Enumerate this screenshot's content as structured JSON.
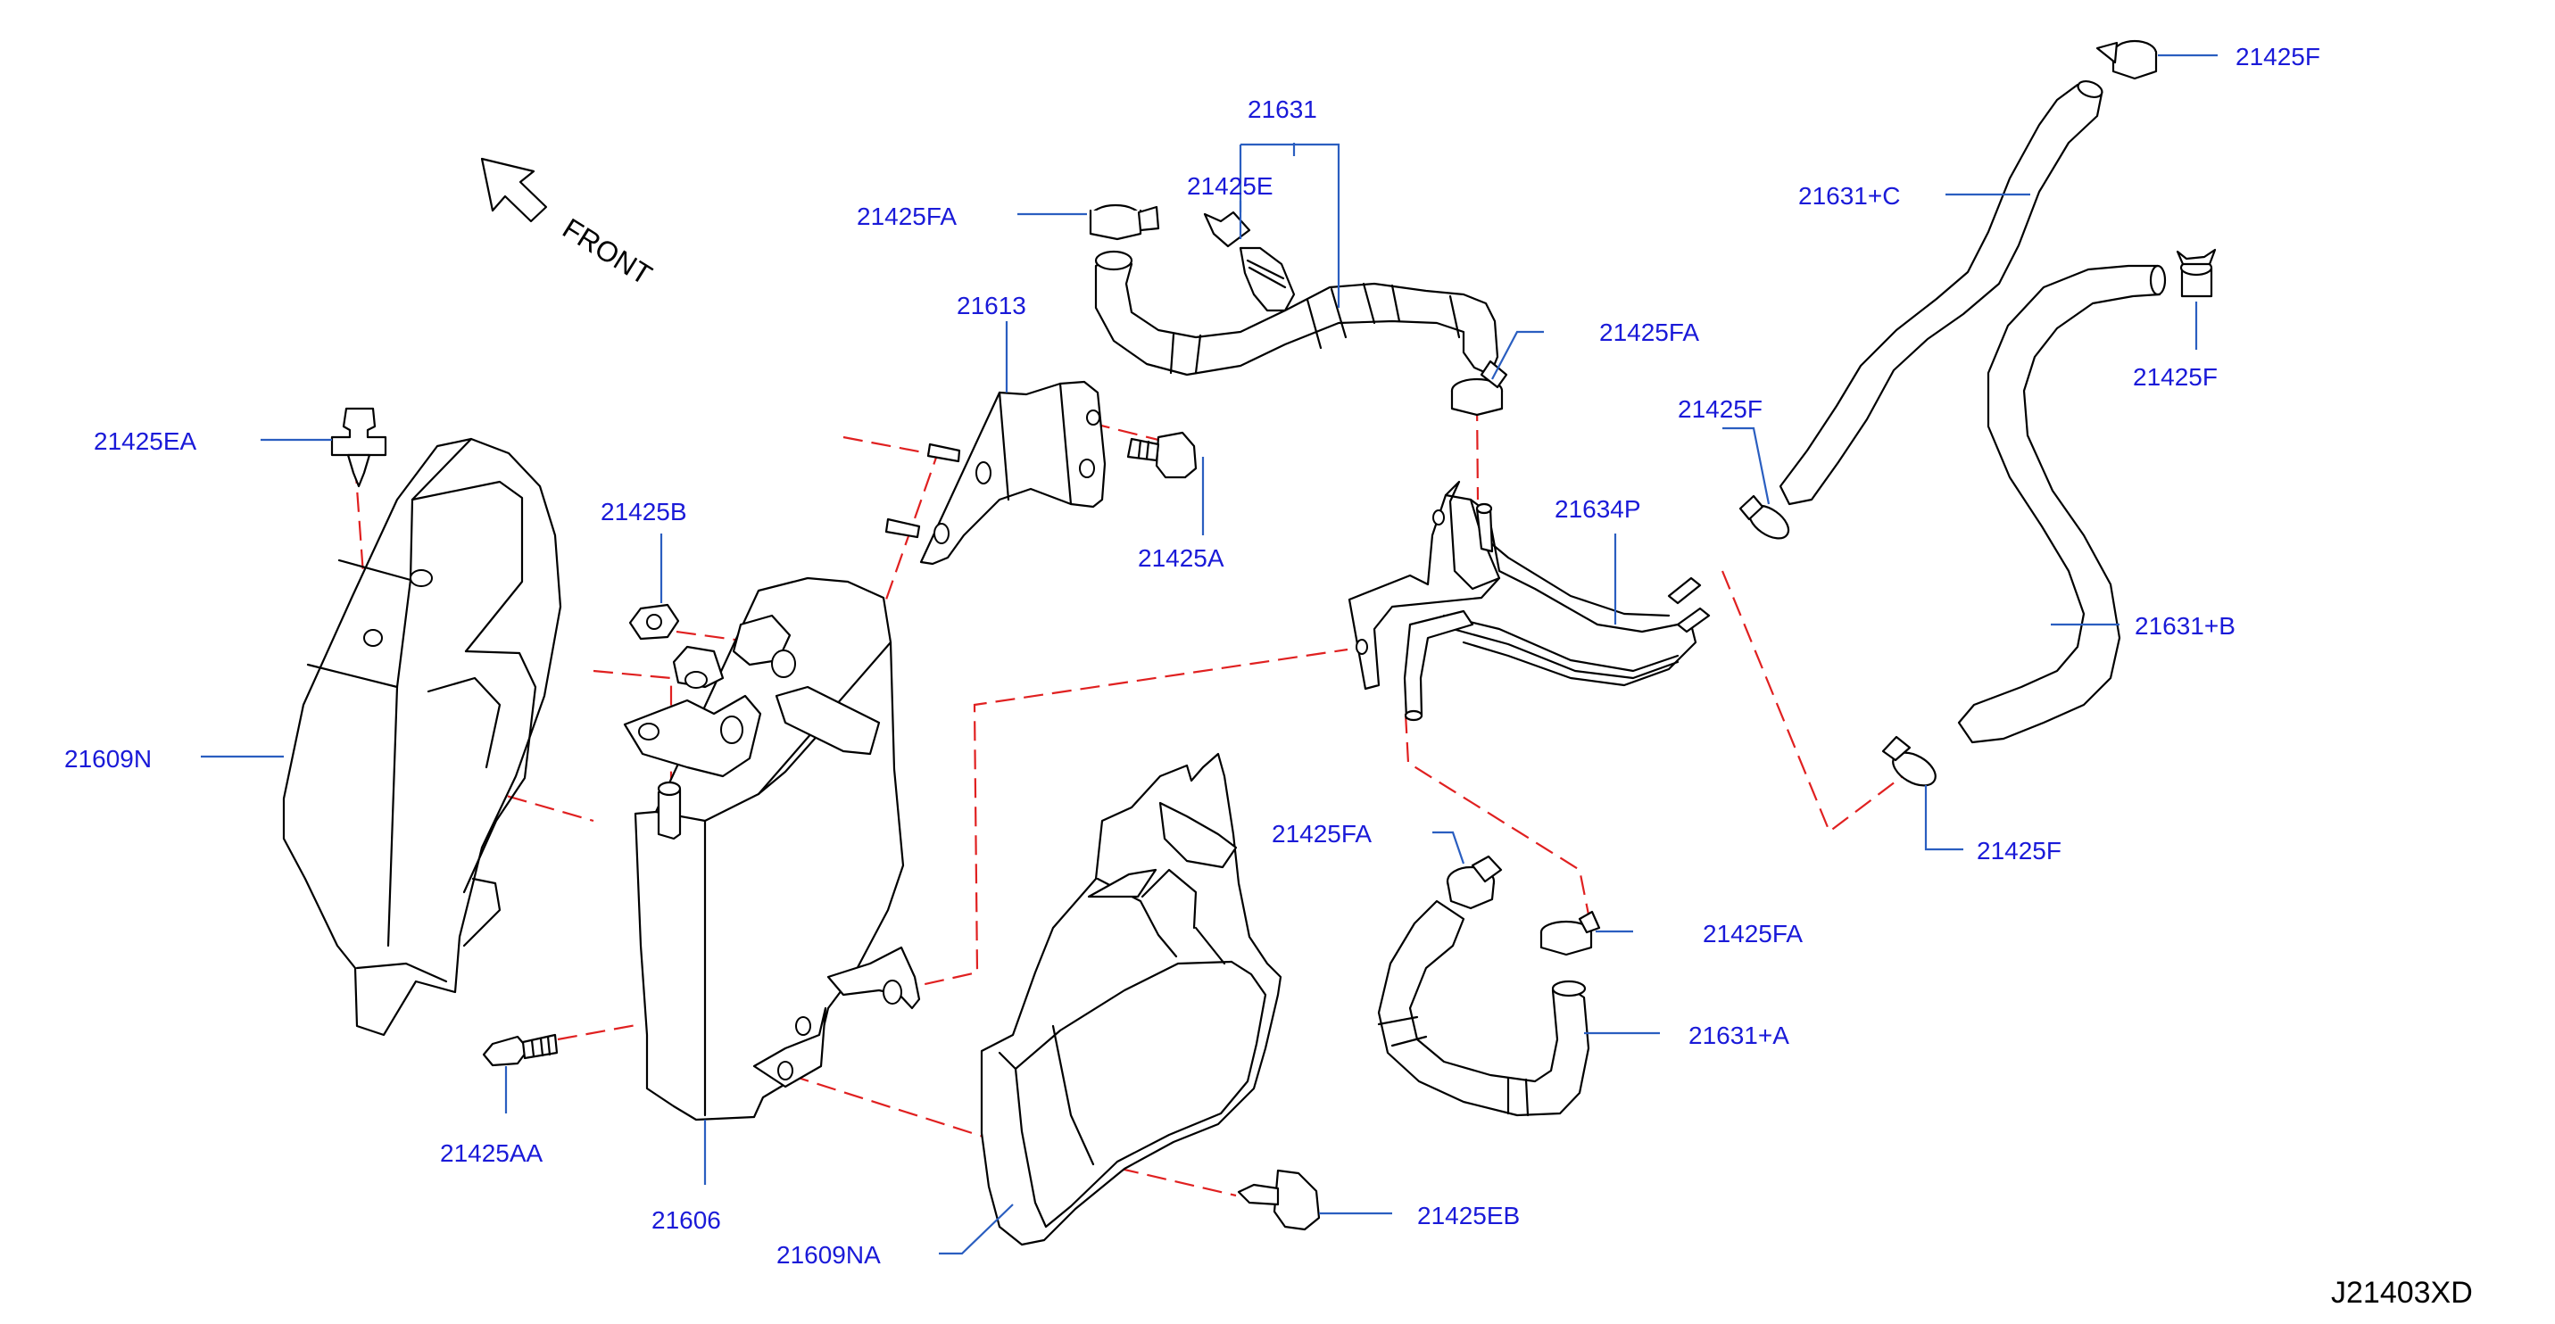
{
  "diagram": {
    "direction_label": "FRONT",
    "diagram_code": "J21403XD",
    "parts": {
      "p21425F_top": "21425F",
      "p21631": "21631",
      "p21425E": "21425E",
      "p21425FA_top": "21425FA",
      "p21631C": "21631+C",
      "p21613": "21613",
      "p21425FA_mid": "21425FA",
      "p21425F_right": "21425F",
      "p21425EA": "21425EA",
      "p21425F_mid": "21425F",
      "p21634P": "21634P",
      "p21425B": "21425B",
      "p21425A": "21425A",
      "p21631B": "21631+B",
      "p21609N": "21609N",
      "p21425FA_low": "21425FA",
      "p21425F_low": "21425F",
      "p21425FA_bottom": "21425FA",
      "p21631A": "21631+A",
      "p21425AA": "21425AA",
      "p21425EB": "21425EB",
      "p21606": "21606",
      "p21609NA": "21609NA"
    }
  }
}
